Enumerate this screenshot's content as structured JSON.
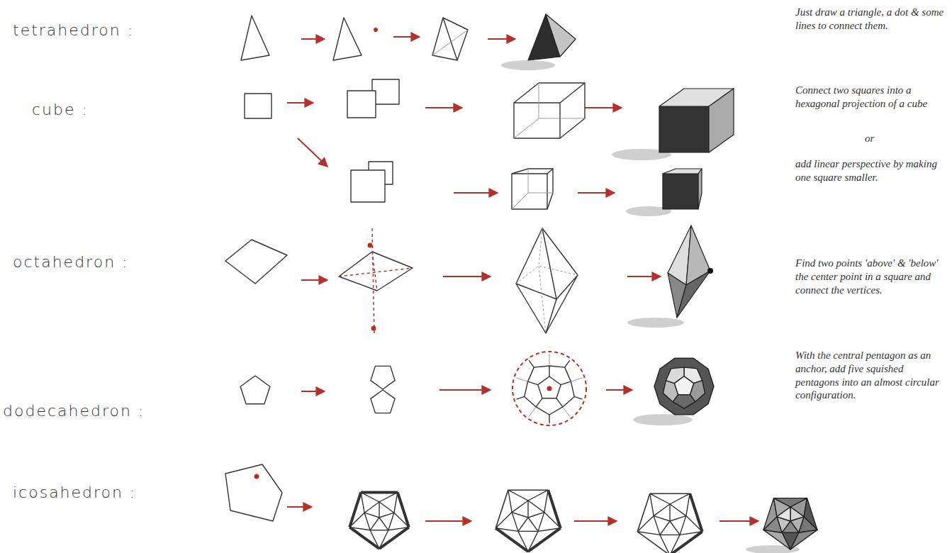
{
  "diagram": {
    "labels": [
      "tetrahedron :",
      "cube :",
      "octahedron :",
      "dodecahedron :",
      "icosahedron :",
      "Just draw a triangle, a dot & some lines to connect them.",
      "Connect two squares into a hexagonal projection of a cube",
      "or",
      "add linear perspective by making one square smaller.",
      "Find two points 'above' & 'below' the center point in a square and connect the vertices.",
      "With the central pentagon as an anchor, add five squished pentagons into an almost circular configuration."
    ]
  }
}
